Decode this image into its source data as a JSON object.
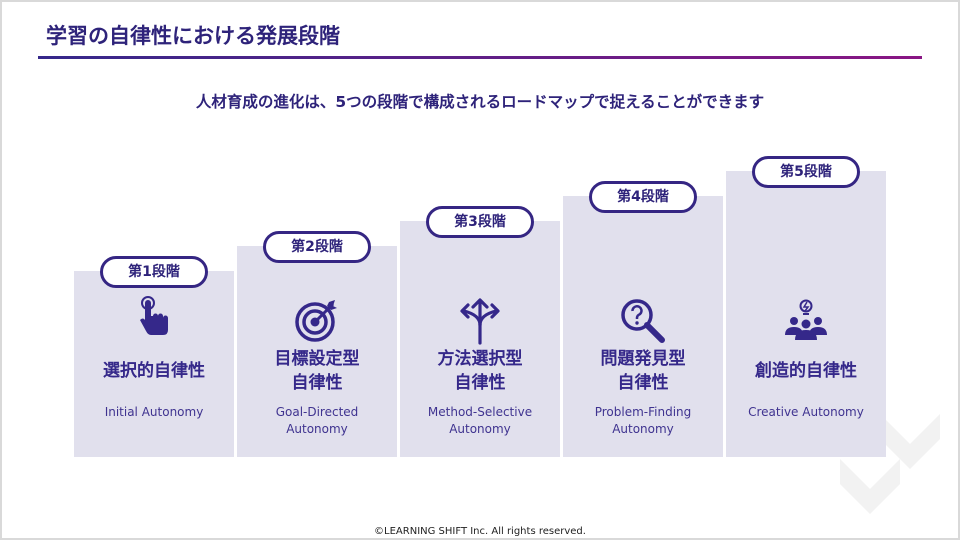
{
  "title": "学習の自律性における発展段階",
  "subtitle": "人材育成の進化は、5つの段階で構成されるロードマップで捉えることができます",
  "stages": [
    {
      "badge": "第1段階",
      "jp1": "選択的自律性",
      "jp2": "",
      "en1": "Initial Autonomy",
      "en2": "",
      "icon": "pointing-hand-icon"
    },
    {
      "badge": "第2段階",
      "jp1": "目標設定型",
      "jp2": "自律性",
      "en1": "Goal-Directed",
      "en2": "Autonomy",
      "icon": "target-icon"
    },
    {
      "badge": "第3段階",
      "jp1": "方法選択型",
      "jp2": "自律性",
      "en1": "Method-Selective",
      "en2": "Autonomy",
      "icon": "branch-arrows-icon"
    },
    {
      "badge": "第4段階",
      "jp1": "問題発見型",
      "jp2": "自律性",
      "en1": "Problem-Finding",
      "en2": "Autonomy",
      "icon": "magnifier-question-icon"
    },
    {
      "badge": "第5段階",
      "jp1": "創造的自律性",
      "jp2": "",
      "en1": "Creative Autonomy",
      "en2": "",
      "icon": "team-idea-icon"
    }
  ],
  "footer": "©LEARNING SHIFT Inc. All rights reserved.",
  "colors": {
    "primary": "#35288a",
    "column": "#e1e0ed",
    "accent_end": "#8a1684"
  }
}
